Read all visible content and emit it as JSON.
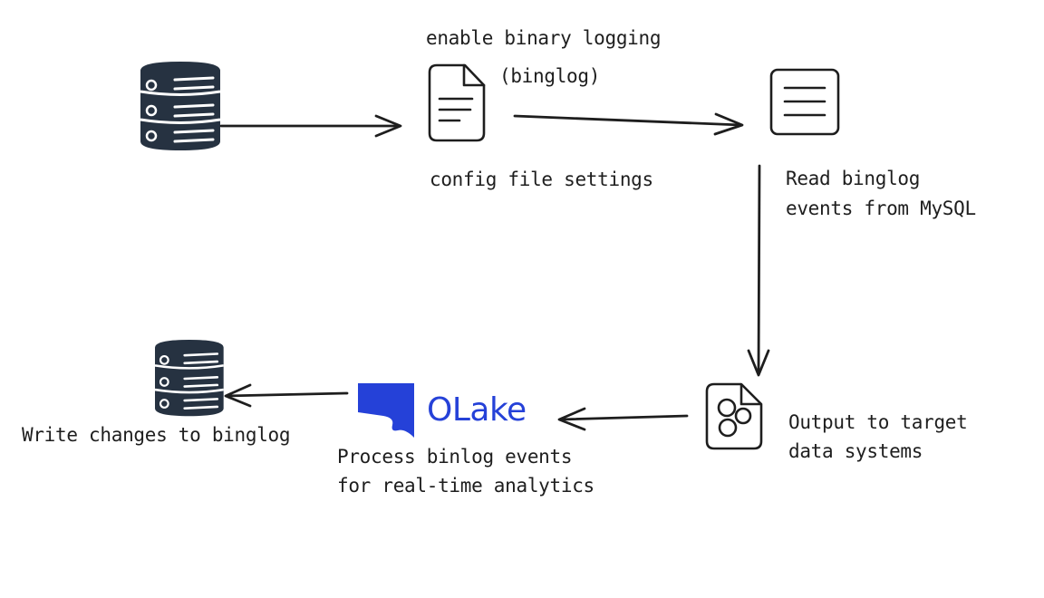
{
  "labels": {
    "enable_binary_logging": "enable binary logging",
    "binlog_paren": "(binglog)",
    "config_file_settings": "config file settings",
    "read_binlog_line1": "Read binglog",
    "read_binlog_line2": "events from MySQL",
    "output_line1": "Output to target",
    "output_line2": "data systems",
    "process_line1": "Process binlog events",
    "process_line2": "for real-time analytics",
    "write_changes": "Write changes to binglog"
  },
  "brand": {
    "name": "OLake",
    "color": "#2541d8"
  },
  "icons": {
    "source_database": "database-icon",
    "config_file": "document-icon",
    "binlog_file": "text-lines-icon",
    "output_file": "shared-file-icon",
    "target_database": "database-icon"
  },
  "colors": {
    "ink": "#1e1e1e",
    "icon_fill": "#263241",
    "background": "#ffffff"
  }
}
